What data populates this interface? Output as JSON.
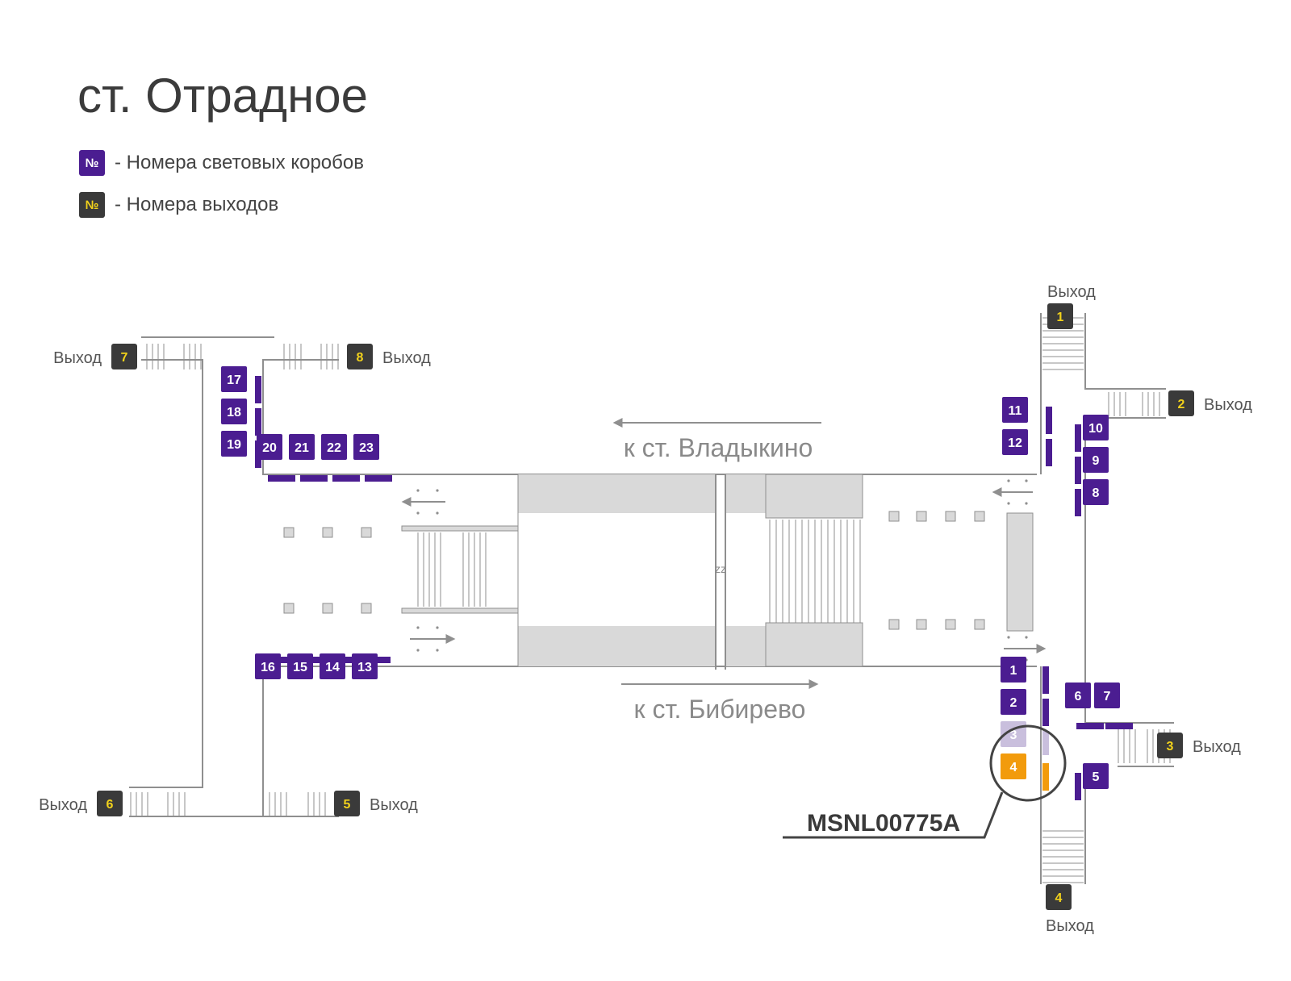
{
  "station_title": "ст. Отрадное",
  "legend": [
    {
      "symbol": "№",
      "text": "- Номера световых коробов",
      "color": "#4b1d91",
      "symbol_color": "#ffffff"
    },
    {
      "symbol": "№",
      "text": "- Номера выходов",
      "color": "#3a3a3a",
      "symbol_color": "#f2d21b"
    }
  ],
  "colors": {
    "lightbox": "#4b1d91",
    "exit": "#3a3a3a",
    "exit_number": "#f2d21b",
    "highlight": "#f29b0c",
    "faded": "#c9bfdd",
    "structure": "#8f8f8f",
    "fill": "#d9d9d9"
  },
  "direction_labels": [
    "к ст. Владыкино",
    "к ст. Бибирево"
  ],
  "exit_word": "Выход",
  "exits": [
    "1",
    "2",
    "3",
    "4",
    "5",
    "6",
    "7",
    "8"
  ],
  "lightboxes": [
    "1",
    "2",
    "3",
    "4",
    "5",
    "6",
    "7",
    "8",
    "9",
    "10",
    "11",
    "12",
    "13",
    "14",
    "15",
    "16",
    "17",
    "18",
    "19",
    "20",
    "21",
    "22",
    "23"
  ],
  "highlighted_lightbox": "4",
  "faded_lightbox": "3",
  "callout_label": "MSNL00775A",
  "break_mark": "zz"
}
